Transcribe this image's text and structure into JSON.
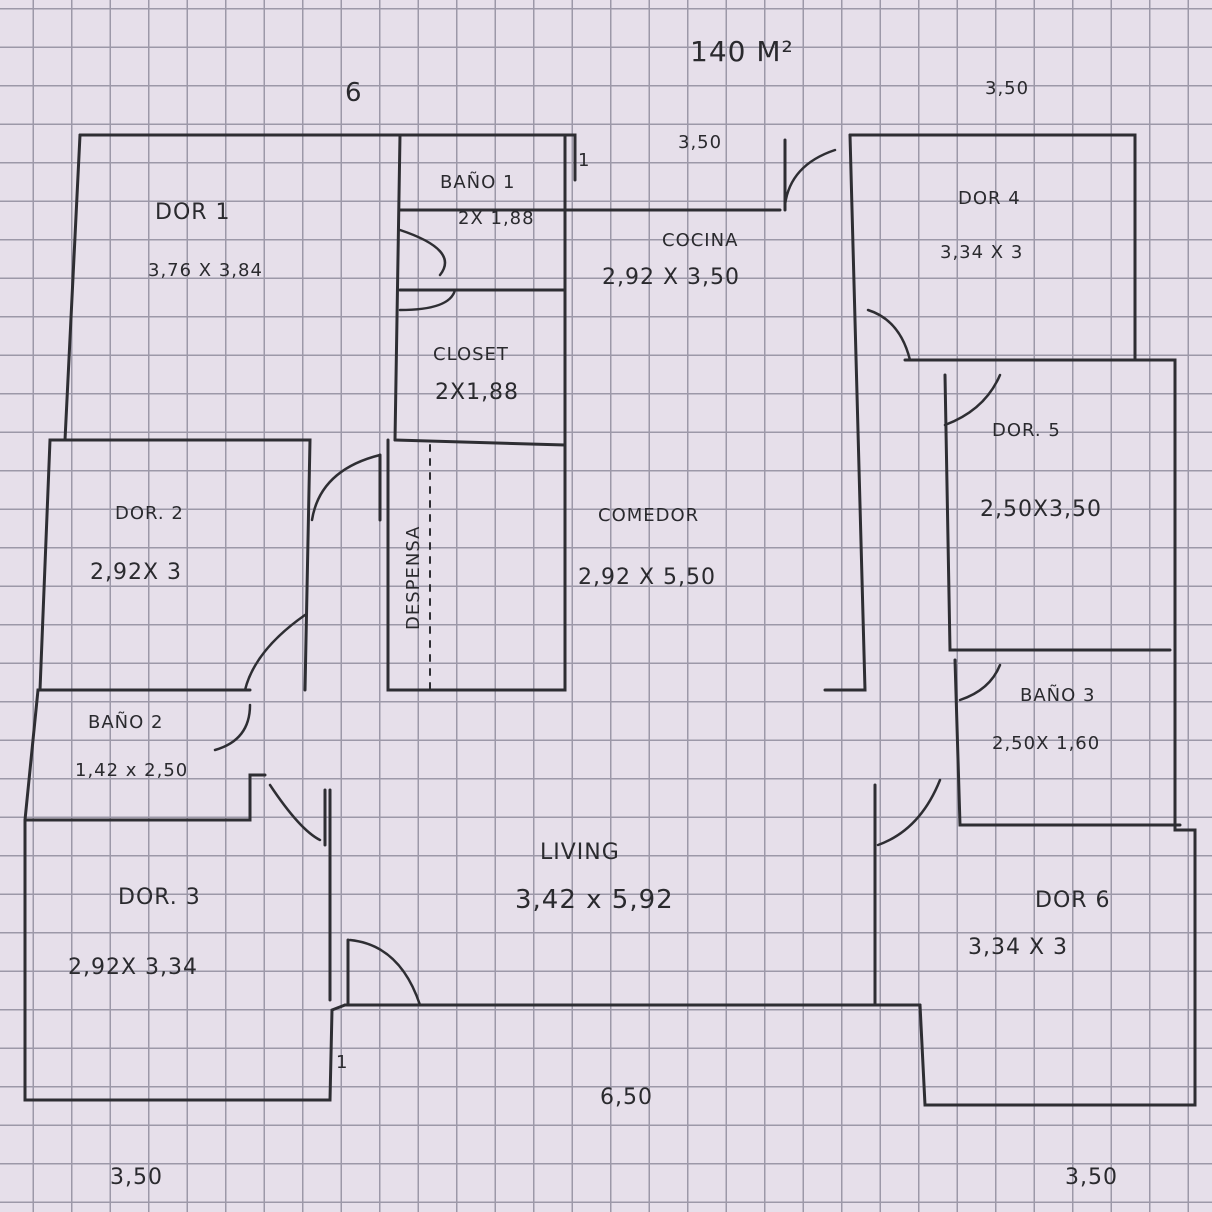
{
  "header": {
    "area": "140 M²",
    "top_left_dim": "6",
    "top_center_dim": "3,50",
    "top_right_dim": "3,50",
    "marker_top": "1"
  },
  "rooms": {
    "dor1": {
      "name": "DOR 1",
      "size": "3,76 X 3,84"
    },
    "bano1": {
      "name": "BAÑO 1",
      "size": "2X 1,88"
    },
    "cocina": {
      "name": "COCINA",
      "size": "2,92 X 3,50"
    },
    "dor4": {
      "name": "DOR 4",
      "size": "3,34 X 3"
    },
    "closet": {
      "name": "CLOSET",
      "size": "2X1,88"
    },
    "dor2": {
      "name": "DOR. 2",
      "size": "2,92X 3"
    },
    "despensa": {
      "name": "DESPENSA"
    },
    "comedor": {
      "name": "COMEDOR",
      "size": "2,92 X 5,50"
    },
    "dor5": {
      "name": "DOR. 5",
      "size": "2,50X3,50"
    },
    "bano2": {
      "name": "BAÑO 2",
      "size": "1,42 x 2,50"
    },
    "bano3": {
      "name": "BAÑO 3",
      "size": "2,50X 1,60"
    },
    "dor3": {
      "name": "DOR. 3",
      "size": "2,92X 3,34"
    },
    "living": {
      "name": "LIVING",
      "size": "3,42 x 5,92"
    },
    "dor6": {
      "name": "DOR 6",
      "size": "3,34 X 3"
    }
  },
  "footer": {
    "bottom_center_dim": "6,50",
    "bottom_left_dim": "3,50",
    "bottom_right_dim": "3,50",
    "marker_bottom": "1"
  }
}
